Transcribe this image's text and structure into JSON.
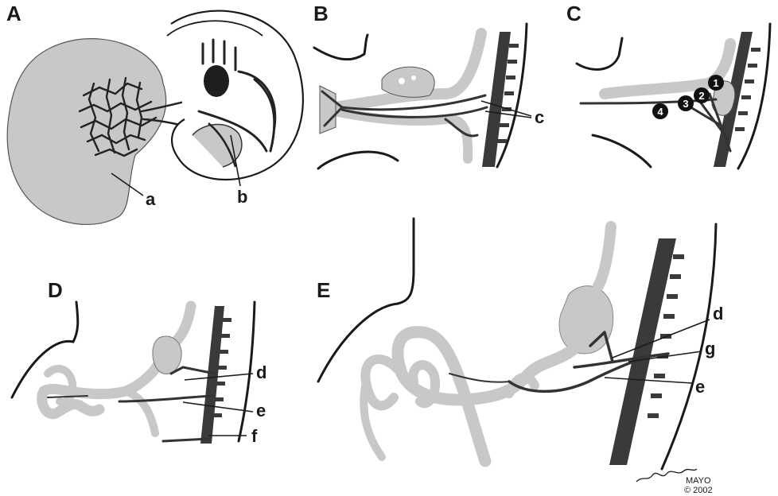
{
  "panels": {
    "A": {
      "letter": "A",
      "labels": {
        "a": "a",
        "b": "b"
      }
    },
    "B": {
      "letter": "B",
      "labels": {
        "c": "c"
      }
    },
    "C": {
      "letter": "C",
      "numbers": [
        "1",
        "2",
        "3",
        "4"
      ]
    },
    "D": {
      "letter": "D",
      "labels": {
        "d": "d",
        "e": "e",
        "f": "f"
      }
    },
    "E": {
      "letter": "E",
      "labels": {
        "d": "d",
        "g": "g",
        "e": "e"
      }
    }
  },
  "credit": {
    "line1": "MAYO",
    "line2": "© 2002"
  },
  "colors": {
    "gut": "#c8c8c8",
    "vessel": "#333333",
    "ink": "#1a1a1a"
  }
}
